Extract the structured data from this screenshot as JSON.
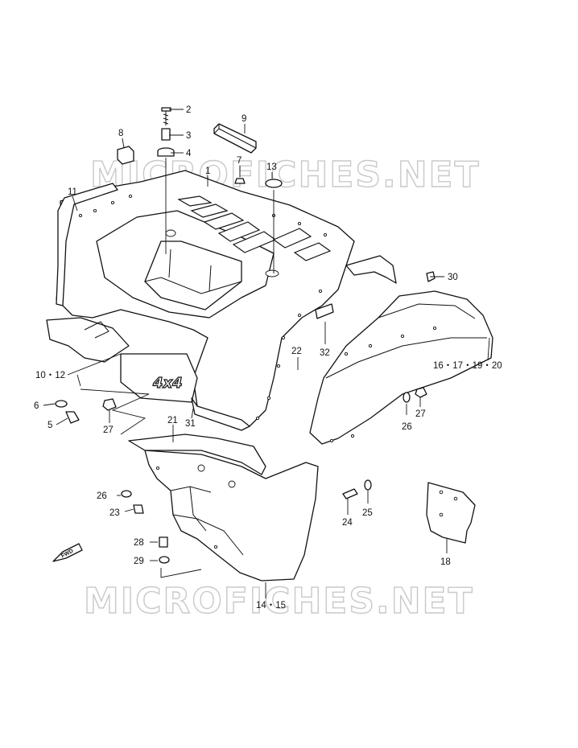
{
  "watermarks": [
    "MICROFICHES.NET",
    "MICROFICHES.NET"
  ],
  "direction_marker": "FWD",
  "emblem_text": "4x4",
  "callouts": [
    {
      "id": "c2",
      "text": "2"
    },
    {
      "id": "c3",
      "text": "3"
    },
    {
      "id": "c4",
      "text": "4"
    },
    {
      "id": "c8",
      "text": "8"
    },
    {
      "id": "c9",
      "text": "9"
    },
    {
      "id": "c7",
      "text": "7"
    },
    {
      "id": "c13",
      "text": "13"
    },
    {
      "id": "c1",
      "text": "1"
    },
    {
      "id": "c11",
      "text": "11"
    },
    {
      "id": "c30",
      "text": "30"
    },
    {
      "id": "c32",
      "text": "32"
    },
    {
      "id": "c22",
      "text": "22"
    },
    {
      "id": "c16",
      "text": "16・17・19・20"
    },
    {
      "id": "c10",
      "text": "10・12"
    },
    {
      "id": "c6",
      "text": "6"
    },
    {
      "id": "c5",
      "text": "5"
    },
    {
      "id": "c27a",
      "text": "27"
    },
    {
      "id": "c21",
      "text": "21"
    },
    {
      "id": "c31",
      "text": "31"
    },
    {
      "id": "c26a",
      "text": "26"
    },
    {
      "id": "c27b",
      "text": "27"
    },
    {
      "id": "c26b",
      "text": "26"
    },
    {
      "id": "c23",
      "text": "23"
    },
    {
      "id": "c24",
      "text": "24"
    },
    {
      "id": "c25",
      "text": "25"
    },
    {
      "id": "c28",
      "text": "28"
    },
    {
      "id": "c29",
      "text": "29"
    },
    {
      "id": "c18",
      "text": "18"
    },
    {
      "id": "c14",
      "text": "14・15"
    }
  ]
}
